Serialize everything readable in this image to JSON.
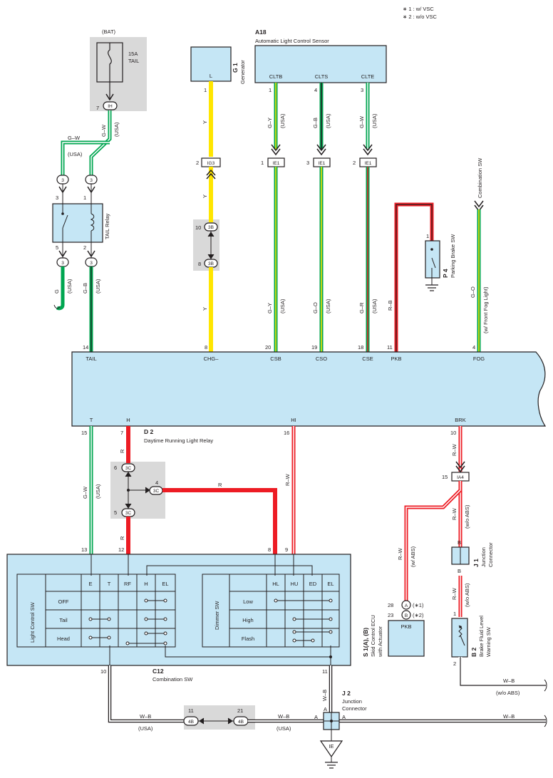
{
  "notes": [
    "∗ 1 : w/ VSC",
    "∗ 2 : w/o VSC"
  ],
  "colors": {
    "ecu_fill": "#c5e6f5",
    "gray_box": "#d9d9d9",
    "black": "#231f20",
    "green": "#00a651",
    "yellow": "#ffe600",
    "red": "#ed1c24",
    "white": "#ffffff"
  },
  "fuse": {
    "source": "(BAT)",
    "rating": "15A",
    "name": "TAIL",
    "pin": "7",
    "connector": "IH"
  },
  "generator": {
    "id": "G 1",
    "name": "Generator",
    "terminal": "L",
    "pin": "1",
    "wire": "Y",
    "junction_pin": "2",
    "junction": "IG3",
    "conn_top_pin": "10",
    "conn_bottom_pin": "8",
    "conn": "3B"
  },
  "sensor": {
    "id": "A18",
    "name": "Automatic Light Control Sensor",
    "terminals": [
      {
        "label": "CLTB",
        "pin": "1",
        "wire_top": "G–Y",
        "jpin": "1",
        "wire_bottom": "G–Y",
        "ecu_pin": "20",
        "ecu_label": "CSB"
      },
      {
        "label": "CLTS",
        "pin": "4",
        "wire_top": "G–B",
        "jpin": "3",
        "wire_bottom": "G–O",
        "ecu_pin": "19",
        "ecu_label": "CSO"
      },
      {
        "label": "CLTE",
        "pin": "3",
        "wire_top": "G–W",
        "jpin": "2",
        "wire_bottom": "G–R",
        "ecu_pin": "18",
        "ecu_label": "CSE"
      }
    ],
    "junction": "IE1",
    "usa": "(USA)"
  },
  "relay": {
    "name": "TAIL Relay",
    "wire_gw": "G–W",
    "wire_g": "G",
    "wire_gb": "G–B",
    "usa": "(USA)",
    "pin3": "3",
    "pin1": "1",
    "pin5": "5",
    "pin2": "2",
    "conn": "3",
    "ecu_pin": "14",
    "ecu_label": "TAIL"
  },
  "chg": {
    "pin": "8",
    "label": "CHG–"
  },
  "parking_brake": {
    "id": "P 4",
    "name": "Parking Brake SW",
    "pin": "1",
    "wire": "R–B",
    "ecu_pin": "11",
    "ecu_label": "PKB"
  },
  "fog": {
    "name": "Combination SW",
    "wire": "G–O",
    "note": "(w/ Front Fog Light)",
    "ecu_pin": "4",
    "ecu_label": "FOG"
  },
  "ecu_bottom": [
    {
      "label": "T",
      "pin": "15"
    },
    {
      "label": "H",
      "pin": "7"
    },
    {
      "label": "HI",
      "pin": "16"
    },
    {
      "label": "BRK",
      "pin": "10"
    }
  ],
  "drl": {
    "id": "D 2",
    "name": "Daytime Running Light Relay",
    "wire": "R",
    "conn": "3C",
    "pin6": "6",
    "pin4": "4",
    "pin5": "5",
    "wire_r": "R"
  },
  "wire_t": {
    "wire": "G–W",
    "usa": "(USA)"
  },
  "wire_hi": {
    "wire": "R–W"
  },
  "brk": {
    "wire": "R–W",
    "pin": "15",
    "junction": "IA4",
    "note_abs": "(w/ ABS)",
    "note_noabs": "(w/o ABS)"
  },
  "skid": {
    "id": "S 1(A), (B)",
    "name": "Skid Control ECU",
    "name2": "with Actuator",
    "term": "PKB",
    "pinA": "28",
    "pinB": "23",
    "tagA": "A",
    "tagB": "B",
    "star1": "(∗1)",
    "star2": "(∗2)",
    "wire": "R–W"
  },
  "j1": {
    "id": "J 1",
    "name": "Junction",
    "name2": "Connector",
    "top": "B",
    "bottom": "B"
  },
  "bfl": {
    "id": "B 2",
    "name": "Brake Fluid Level",
    "name2": "Warning SW",
    "pin1": "1",
    "pin2": "2",
    "wire": "W–B",
    "note": "(w/o ABS)"
  },
  "combo": {
    "id": "C12",
    "name": "Combination SW",
    "pins": [
      "13",
      "12",
      "8",
      "9"
    ],
    "pin10": "10",
    "pin11": "11",
    "light": {
      "title": "Light Control SW",
      "cols": [
        "E",
        "T",
        "RF",
        "H",
        "EL"
      ],
      "rows": [
        "OFF",
        "Tail",
        "Head"
      ]
    },
    "dimmer": {
      "title": "Dimmer SW",
      "cols": [
        "HL",
        "HU",
        "ED",
        "EL"
      ],
      "rows": [
        "Low",
        "High",
        "Flash"
      ]
    }
  },
  "ground": {
    "wire": "W–B",
    "usa": "(USA)",
    "conn": "4B",
    "pin11": "11",
    "pin21": "21",
    "j2_id": "J 2",
    "j2_name": "Junction",
    "j2_name2": "Connector",
    "a": "A",
    "ground": "IE"
  }
}
